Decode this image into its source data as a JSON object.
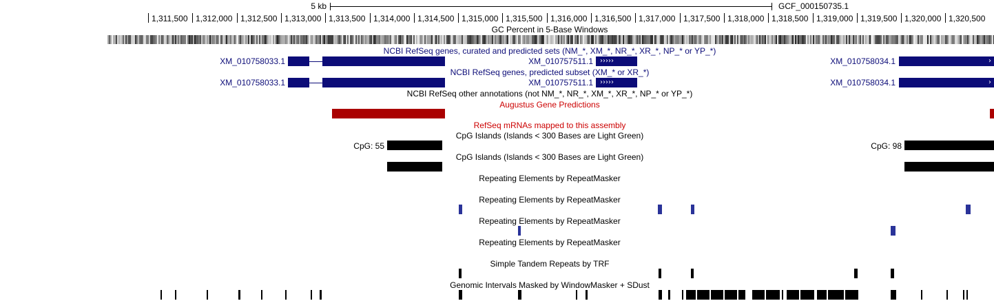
{
  "scale": {
    "width_label": "5 kb",
    "assembly": "GCF_000150735.1"
  },
  "ruler": {
    "ticks": [
      "1,311,500",
      "1,312,000",
      "1,312,500",
      "1,313,000",
      "1,313,500",
      "1,314,000",
      "1,314,500",
      "1,315,000",
      "1,315,500",
      "1,316,000",
      "1,316,500",
      "1,317,000",
      "1,317,500",
      "1,318,000",
      "1,318,500",
      "1,319,000",
      "1,319,500",
      "1,320,000",
      "1,320,500"
    ]
  },
  "tracks": {
    "gc_percent": "GC Percent in 5-Base Windows",
    "refseq_all": "NCBI RefSeq genes, curated and predicted sets (NM_*, XM_*, NR_*, XR_*, NP_* or YP_*)",
    "refseq_predicted": "NCBI RefSeq genes, predicted subset (XM_* or XR_*)",
    "refseq_other": "NCBI RefSeq other annotations (not NM_*, NR_*, XM_*, XR_*, NP_* or YP_*)",
    "augustus": "Augustus Gene Predictions",
    "refseq_mrna": "RefSeq mRNAs mapped to this assembly",
    "cpg_1": "CpG Islands (Islands < 300 Bases are Light Green)",
    "cpg_2": "CpG Islands (Islands < 300 Bases are Light Green)",
    "rmsk_1": "Repeating Elements by RepeatMasker",
    "rmsk_2": "Repeating Elements by RepeatMasker",
    "rmsk_3": "Repeating Elements by RepeatMasker",
    "rmsk_4": "Repeating Elements by RepeatMasker",
    "trf": "Simple Tandem Repeats by TRF",
    "windowmasker": "Genomic Intervals Masked by WindowMasker + SDust"
  },
  "genes": {
    "row1": {
      "left": "XM_010758033.1",
      "middle": "XM_010757511.1",
      "right": "XM_010758034.1"
    },
    "row2": {
      "left": "XM_010758033.1",
      "middle": "XM_010757511.1",
      "right": "XM_010758034.1"
    }
  },
  "cpg": {
    "left_label": "CpG: 55",
    "right_label": "CpG: 98"
  },
  "glyphs": {
    "chevrons": "›››››",
    "arrow_right": "›"
  },
  "colors": {
    "gene_navy": "#0c0c78",
    "augustus_red": "#aa0000",
    "track_red": "#cc0000",
    "repeat_blue": "#2a3399",
    "black": "#000000"
  }
}
